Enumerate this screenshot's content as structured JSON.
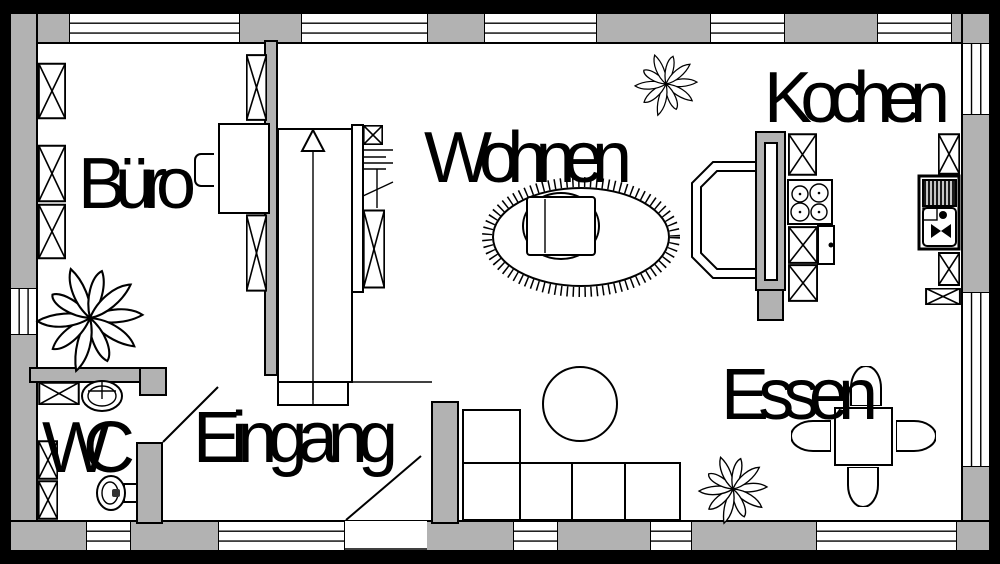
{
  "colors": {
    "background": "#000000",
    "wall": "#b2b2b2",
    "floor": "#ffffff",
    "line": "#000000"
  },
  "rooms": [
    {
      "id": "buero",
      "label": "Büro"
    },
    {
      "id": "wc",
      "label": "WC"
    },
    {
      "id": "eingang",
      "label": "Eingang"
    },
    {
      "id": "wohnen",
      "label": "Wohnen"
    },
    {
      "id": "kochen",
      "label": "Kochen"
    },
    {
      "id": "essen",
      "label": "Essen"
    }
  ]
}
